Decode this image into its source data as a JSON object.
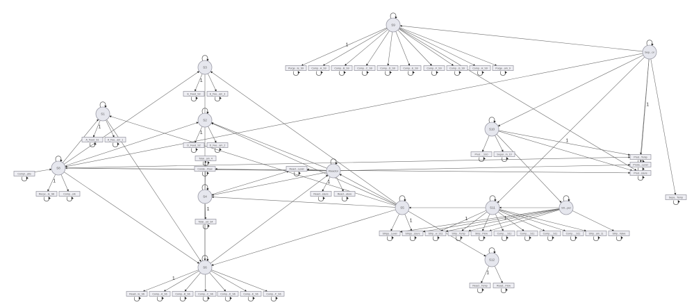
{
  "diagram": {
    "title": "Structural equation path diagram",
    "latent_nodes": [
      {
        "id": "S9",
        "label": "S9"
      },
      {
        "id": "Sep_or",
        "label": "Sep...or"
      },
      {
        "id": "S3",
        "label": "S3"
      },
      {
        "id": "S1",
        "label": "S1"
      },
      {
        "id": "S2",
        "label": "S2"
      },
      {
        "id": "S8",
        "label": "S8"
      },
      {
        "id": "S4",
        "label": "S4"
      },
      {
        "id": "Reactor",
        "label": "Reactor"
      },
      {
        "id": "S10",
        "label": "S10"
      },
      {
        "id": "S5",
        "label": "S5"
      },
      {
        "id": "S11",
        "label": "S11"
      },
      {
        "id": "Str_per",
        "label": "Str...per"
      },
      {
        "id": "S12",
        "label": "S12"
      },
      {
        "id": "S6",
        "label": "S6"
      }
    ],
    "observed_nodes": [
      {
        "id": "o_purge_s9",
        "label": "Purge...te_S9"
      },
      {
        "id": "o_compA_s9",
        "label": "Comp...A_S9"
      },
      {
        "id": "o_compB_s9",
        "label": "Comp...B_S9"
      },
      {
        "id": "o_compC_s9",
        "label": "Comp...C_S9"
      },
      {
        "id": "o_compD_s9",
        "label": "Comp...D_S9"
      },
      {
        "id": "o_compE_s9",
        "label": "Comp...E_S9"
      },
      {
        "id": "o_compF_s9",
        "label": "Comp...F_S9"
      },
      {
        "id": "o_compG_s9",
        "label": "Comp...G_S9"
      },
      {
        "id": "o_compH_s9",
        "label": "Comp...H_S9"
      },
      {
        "id": "o_purgeam_s9",
        "label": "Purge...am_9"
      },
      {
        "id": "o_efeed_s3",
        "label": "E_Feed_S3"
      },
      {
        "id": "o_efeeam_3",
        "label": "E_Fee...am_3"
      },
      {
        "id": "o_afeed_s1",
        "label": "A_Feed_S1"
      },
      {
        "id": "o_afeeam_1",
        "label": "A_Fee...am_1"
      },
      {
        "id": "o_dfeed_s2",
        "label": "D_Feed_S2"
      },
      {
        "id": "o_dfeeam_2",
        "label": "D_Fee...am_2"
      },
      {
        "id": "o_totalam_4",
        "label": "Total...am_4"
      },
      {
        "id": "o_condeflow",
        "label": "Conde...Flow"
      },
      {
        "id": "o_reactlevel",
        "label": "React...Level"
      },
      {
        "id": "o_compratio",
        "label": "Compr...atio"
      },
      {
        "id": "o_recycle_s8",
        "label": "Recyc...te_S8"
      },
      {
        "id": "o_compork",
        "label": "Comp...ork"
      },
      {
        "id": "o_reactssure",
        "label": "React...ssure"
      },
      {
        "id": "o_reactature",
        "label": "React...ature"
      },
      {
        "id": "o_totaled_s4",
        "label": "Total...ed_S4"
      },
      {
        "id": "o_prod_s10",
        "label": "Prod..._S10"
      },
      {
        "id": "o_separm_10",
        "label": "Separ...m_10"
      },
      {
        "id": "o_prodtemp",
        "label": "Prod...Temp"
      },
      {
        "id": "o_prodlevel",
        "label": "Produ...Level"
      },
      {
        "id": "o_prodssure",
        "label": "Prod...ssure"
      },
      {
        "id": "o_sepatemp",
        "label": "Sepa...Temp"
      },
      {
        "id": "o_strlevel",
        "label": "Stripp...Level"
      },
      {
        "id": "o_strssure",
        "label": "Stripp...ssure"
      },
      {
        "id": "o_strs11",
        "label": "Strip...w_S11"
      },
      {
        "id": "o_strtemp",
        "label": "Strip...Temp"
      },
      {
        "id": "o_strflow",
        "label": "Strip...Flow"
      },
      {
        "id": "o_comp1_s11",
        "label": "Comp..._S11"
      },
      {
        "id": "o_comp2_s11",
        "label": "Comp..._S11"
      },
      {
        "id": "o_comp3_s11",
        "label": "Comp..._S11"
      },
      {
        "id": "o_comp4_s11",
        "label": "Comp..._S11"
      },
      {
        "id": "o_stram_11",
        "label": "Strip...am_11"
      },
      {
        "id": "o_strvalve",
        "label": "Strip...Valve"
      },
      {
        "id": "o_reacttemp",
        "label": "React...Temp"
      },
      {
        "id": "o_reactflow",
        "label": "React...Flow"
      },
      {
        "id": "o_react_s6",
        "label": "React...te_S6"
      },
      {
        "id": "o_compA_s6",
        "label": "Comp...A_S6"
      },
      {
        "id": "o_compB_s6",
        "label": "Comp...B_S6"
      },
      {
        "id": "o_compC_s6",
        "label": "Comp...C_S6"
      },
      {
        "id": "o_compD_s6",
        "label": "Comp...D_S6"
      },
      {
        "id": "o_compE_s6",
        "label": "Comp...E_S6"
      },
      {
        "id": "o_compF_s6",
        "label": "Comp...F_S6"
      }
    ],
    "edges": [
      {
        "from": "S9",
        "to": "o_purge_s9",
        "label": "1"
      },
      {
        "from": "S9",
        "to": "o_compA_s9"
      },
      {
        "from": "S9",
        "to": "o_compB_s9"
      },
      {
        "from": "S9",
        "to": "o_compC_s9"
      },
      {
        "from": "S9",
        "to": "o_compD_s9"
      },
      {
        "from": "S9",
        "to": "o_compE_s9"
      },
      {
        "from": "S9",
        "to": "o_compF_s9"
      },
      {
        "from": "S9",
        "to": "o_compG_s9"
      },
      {
        "from": "S9",
        "to": "o_compH_s9"
      },
      {
        "from": "S9",
        "to": "o_purgeam_s9"
      },
      {
        "from": "S9",
        "to": "o_prodssure"
      },
      {
        "from": "Sep_or",
        "to": "S9"
      },
      {
        "from": "Sep_or",
        "to": "S10"
      },
      {
        "from": "Sep_or",
        "to": "o_prodtemp",
        "label": "1"
      },
      {
        "from": "Sep_or",
        "to": "o_prodlevel"
      },
      {
        "from": "Sep_or",
        "to": "o_sepatemp"
      },
      {
        "from": "Sep_or",
        "to": "S8"
      },
      {
        "from": "Sep_or",
        "to": "S11"
      },
      {
        "from": "S3",
        "to": "o_efeed_s3",
        "label": "1"
      },
      {
        "from": "S3",
        "to": "o_efeeam_3"
      },
      {
        "from": "S3",
        "to": "S6"
      },
      {
        "from": "S8",
        "to": "S3"
      },
      {
        "from": "S5",
        "to": "S3"
      },
      {
        "from": "S1",
        "to": "o_afeed_s1",
        "label": "1"
      },
      {
        "from": "S1",
        "to": "o_afeeam_1"
      },
      {
        "from": "S1",
        "to": "S6"
      },
      {
        "from": "S8",
        "to": "S1"
      },
      {
        "from": "S5",
        "to": "S1"
      },
      {
        "from": "S2",
        "to": "o_dfeed_s2",
        "label": "1"
      },
      {
        "from": "S2",
        "to": "o_dfeeam_2"
      },
      {
        "from": "S8",
        "to": "S2"
      },
      {
        "from": "S5",
        "to": "S2"
      },
      {
        "from": "Reactor",
        "to": "S2"
      },
      {
        "from": "S8",
        "to": "o_recycle_s8",
        "label": "1"
      },
      {
        "from": "S8",
        "to": "o_compork"
      },
      {
        "from": "S8",
        "to": "S6"
      },
      {
        "from": "o_compratio",
        "to": "S8"
      },
      {
        "from": "Reactor",
        "to": "S8"
      },
      {
        "from": "S8",
        "to": "o_prodtemp"
      },
      {
        "from": "S8",
        "to": "o_prodssure"
      },
      {
        "from": "S4",
        "to": "o_totalam_4"
      },
      {
        "from": "S4",
        "to": "o_totaled_s4",
        "label": "1"
      },
      {
        "from": "S4",
        "to": "o_reactlevel"
      },
      {
        "from": "S4",
        "to": "S6"
      },
      {
        "from": "Reactor",
        "to": "S4"
      },
      {
        "from": "S5",
        "to": "S4"
      },
      {
        "from": "Reactor",
        "to": "o_reactlevel"
      },
      {
        "from": "Reactor",
        "to": "o_condeflow"
      },
      {
        "from": "Reactor",
        "to": "o_reactssure",
        "label": "1"
      },
      {
        "from": "Reactor",
        "to": "o_reactature"
      },
      {
        "from": "Reactor",
        "to": "o_prodlevel"
      },
      {
        "from": "S5",
        "to": "Reactor"
      },
      {
        "from": "S6",
        "to": "Reactor"
      },
      {
        "from": "S10",
        "to": "o_prod_s10"
      },
      {
        "from": "S10",
        "to": "o_separm_10"
      },
      {
        "from": "S10",
        "to": "o_prodtemp",
        "label": "1"
      },
      {
        "from": "S10",
        "to": "o_prodssure"
      },
      {
        "from": "S10",
        "to": "Str_per"
      },
      {
        "from": "S5",
        "to": "o_strlevel"
      },
      {
        "from": "S5",
        "to": "o_strssure",
        "label": "1"
      },
      {
        "from": "S5",
        "to": "S6"
      },
      {
        "from": "S5",
        "to": "S12"
      },
      {
        "from": "S11",
        "to": "S5"
      },
      {
        "from": "S11",
        "to": "o_strs11",
        "label": "1"
      },
      {
        "from": "S11",
        "to": "o_strtemp"
      },
      {
        "from": "S11",
        "to": "o_strflow"
      },
      {
        "from": "S11",
        "to": "o_comp1_s11"
      },
      {
        "from": "S11",
        "to": "o_comp2_s11"
      },
      {
        "from": "S11",
        "to": "o_comp3_s11"
      },
      {
        "from": "S11",
        "to": "o_comp4_s11"
      },
      {
        "from": "S11",
        "to": "o_stram_11"
      },
      {
        "from": "Str_per",
        "to": "S11"
      },
      {
        "from": "Str_per",
        "to": "o_strlevel"
      },
      {
        "from": "Str_per",
        "to": "o_strssure"
      },
      {
        "from": "Str_per",
        "to": "o_strs11",
        "label": "1"
      },
      {
        "from": "Str_per",
        "to": "o_strtemp"
      },
      {
        "from": "Str_per",
        "to": "o_strflow"
      },
      {
        "from": "Str_per",
        "to": "o_strvalve"
      },
      {
        "from": "S12",
        "to": "o_reacttemp",
        "label": "1"
      },
      {
        "from": "S12",
        "to": "o_reactflow"
      },
      {
        "from": "S6",
        "to": "o_react_s6",
        "label": "1"
      },
      {
        "from": "S6",
        "to": "o_compA_s6"
      },
      {
        "from": "S6",
        "to": "o_compB_s6"
      },
      {
        "from": "S6",
        "to": "o_compC_s6"
      },
      {
        "from": "S6",
        "to": "o_compD_s6"
      },
      {
        "from": "S6",
        "to": "o_compE_s6"
      },
      {
        "from": "S6",
        "to": "o_compF_s6"
      }
    ]
  }
}
